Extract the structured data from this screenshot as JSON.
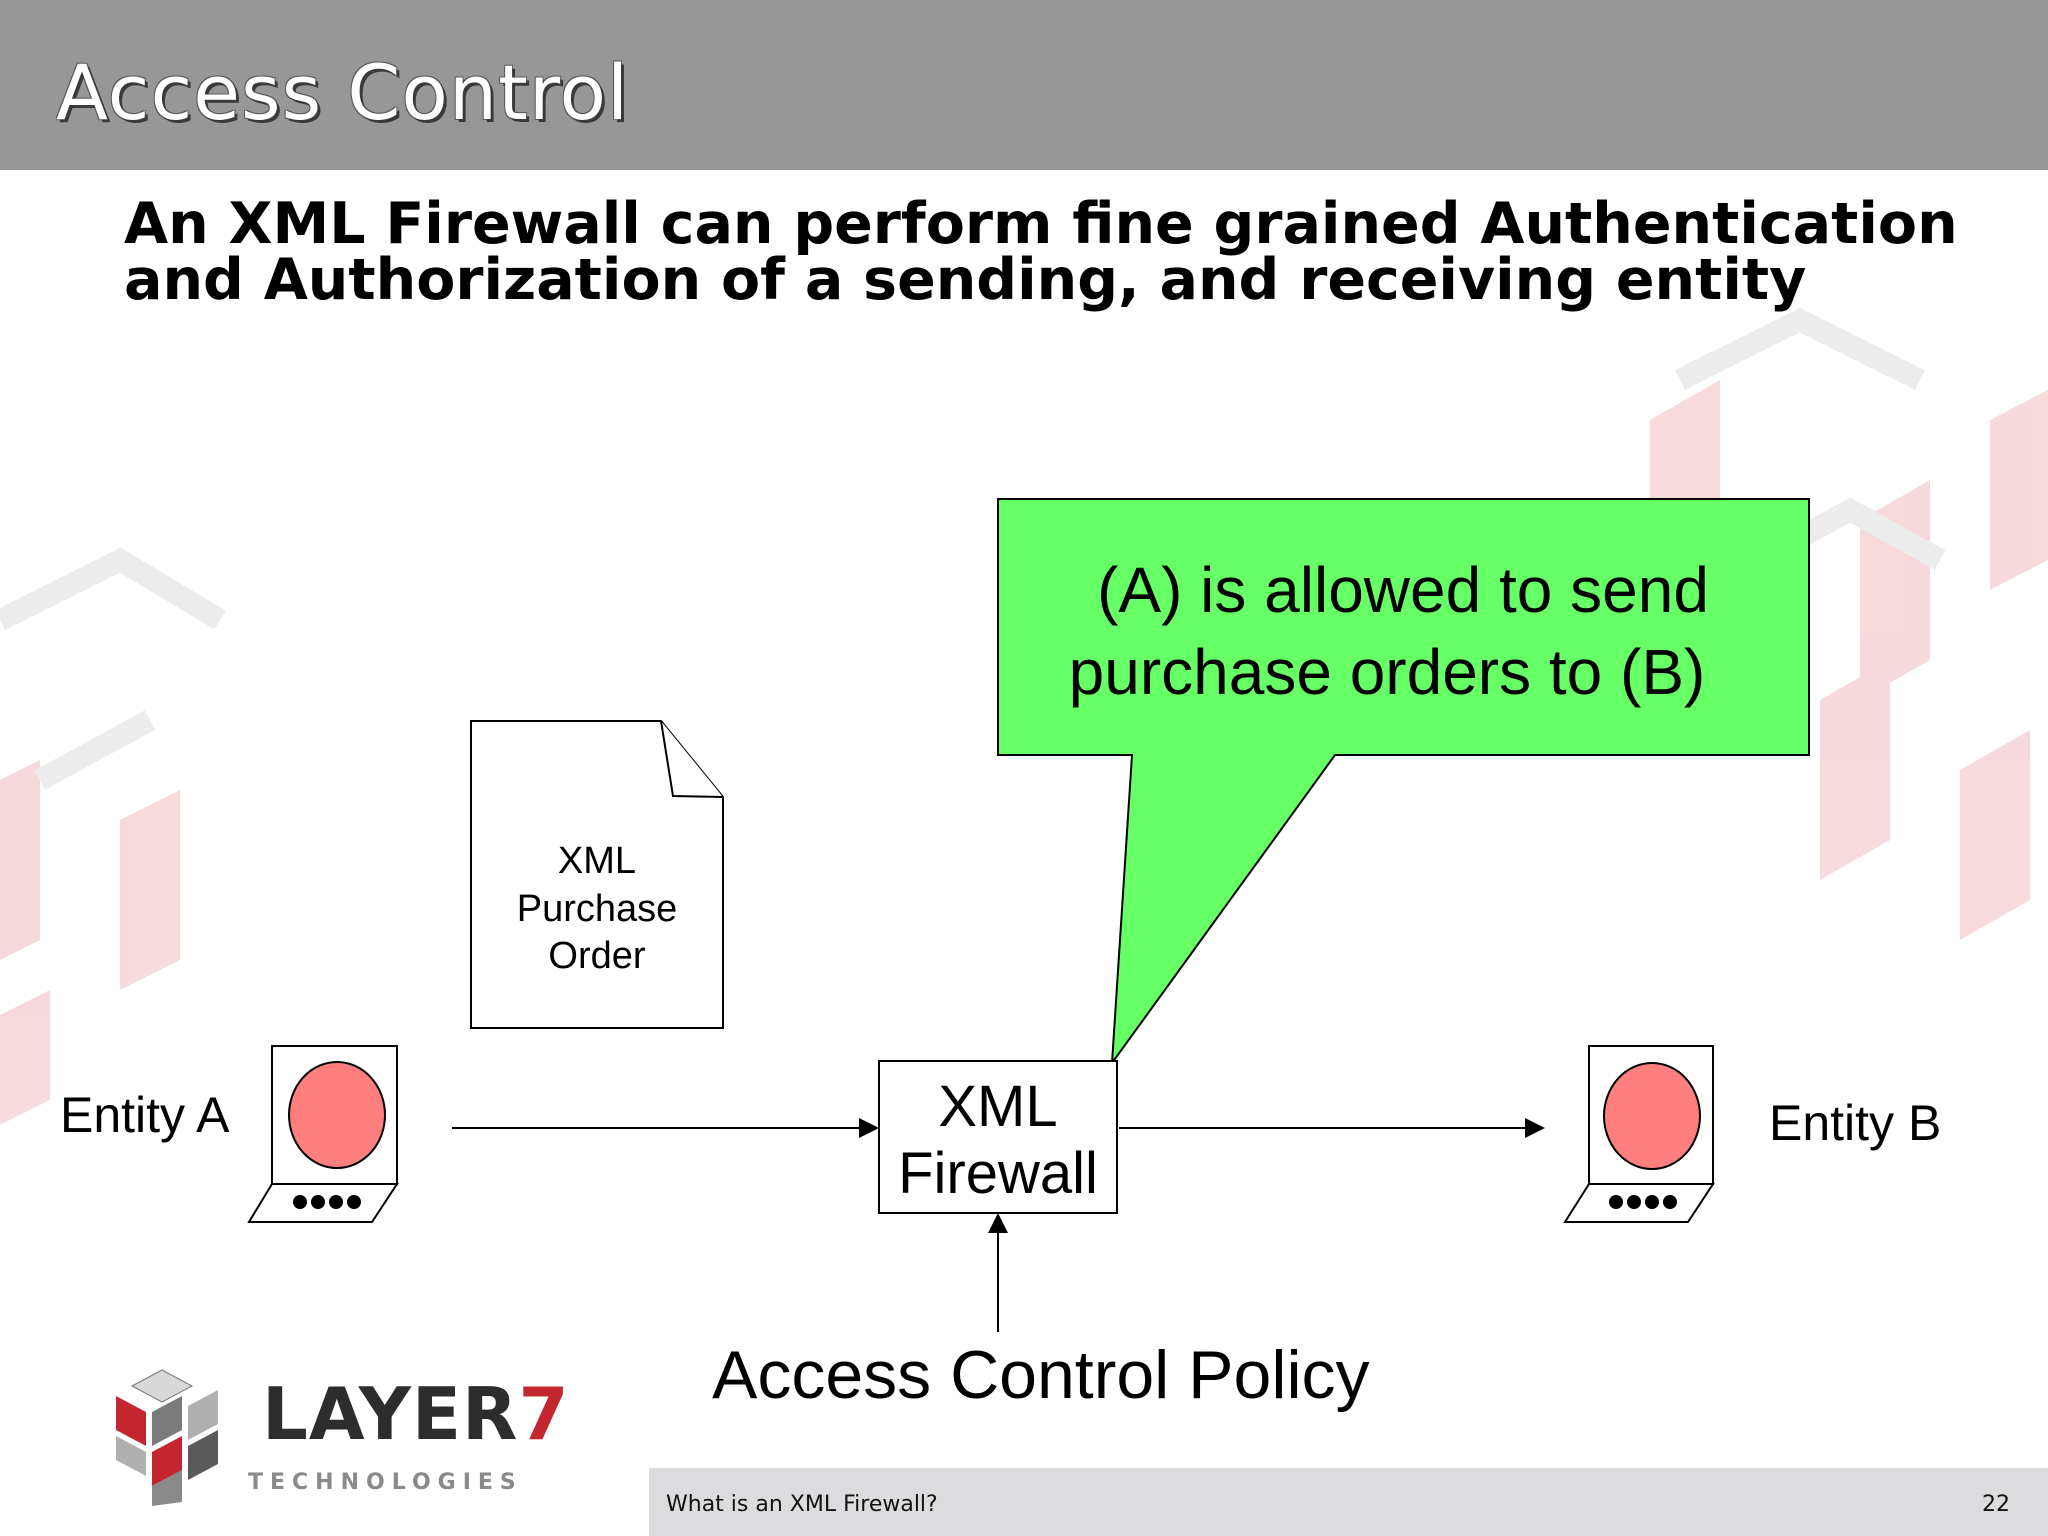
{
  "slide": {
    "title": "Access Control",
    "subtitle_line1": "An XML Firewall can perform fine grained Authentication",
    "subtitle_line2": "and Authorization of a sending, and receiving entity"
  },
  "diagram": {
    "callout_line1": "(A) is allowed to send",
    "callout_line2": "purchase orders to (B)",
    "document_line1": "XML",
    "document_line2": "Purchase",
    "document_line3": "Order",
    "entity_a": "Entity A",
    "entity_b": "Entity B",
    "firewall_line1": "XML",
    "firewall_line2": "Firewall",
    "policy": "Access Control Policy"
  },
  "footer": {
    "label": "What is an XML Firewall?",
    "page": "22"
  },
  "logo": {
    "word": "LAYER",
    "number": "7",
    "sub": "TECHNOLOGIES"
  },
  "colors": {
    "title_bar": "#979797",
    "callout_fill": "#66ff66",
    "screen_dot": "#ff7f7f",
    "footer_bar": "#dcdcdf",
    "logo_red": "#c3262e"
  },
  "icons": [
    "computer-icon",
    "document-icon",
    "layer7-cubes-icon"
  ]
}
